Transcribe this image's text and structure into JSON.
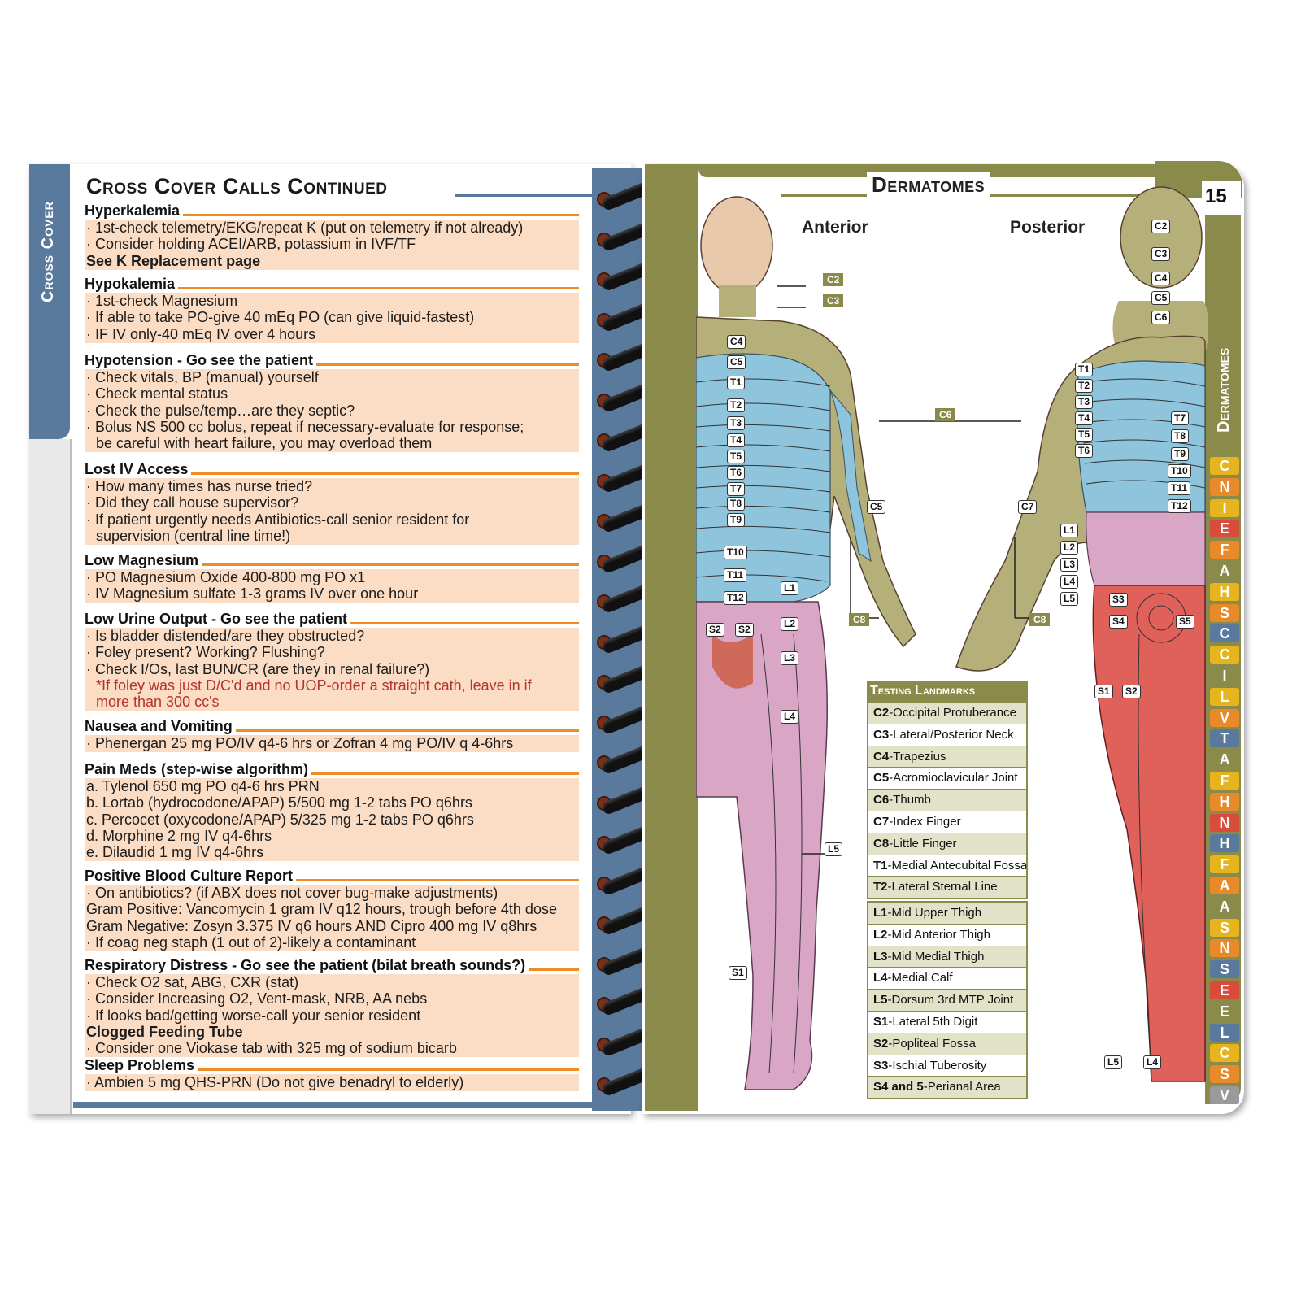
{
  "left": {
    "tab_label": "Cross Cover",
    "title": "Cross Cover Calls Continued",
    "sections": [
      {
        "heading": "Hyperkalemia",
        "lines": [
          {
            "text": "· 1st-check telemetry/EKG/repeat K (put on telemetry if not already)"
          },
          {
            "text": "· Consider holding ACEI/ARB, potassium in IVF/TF"
          },
          {
            "text": "See K Replacement page",
            "style": "bold"
          }
        ]
      },
      {
        "heading": "Hypokalemia",
        "lines": [
          {
            "text": "· 1st-check Magnesium"
          },
          {
            "text": "· If able to take PO-give 40 mEq PO (can give liquid-fastest)"
          },
          {
            "text": "· IF IV only-40 mEq IV over 4 hours"
          }
        ]
      },
      {
        "heading": "Hypotension - Go see the patient",
        "lines": [
          {
            "text": "· Check vitals, BP (manual) yourself"
          },
          {
            "text": "· Check mental status"
          },
          {
            "text": "· Check the pulse/temp…are they septic?"
          },
          {
            "text": "· Bolus NS 500 cc bolus, repeat if necessary-evaluate for response;"
          },
          {
            "text": "be careful with heart failure, you may overload them",
            "style": "ind"
          }
        ]
      },
      {
        "heading": "Lost IV Access",
        "lines": [
          {
            "text": "· How many times has nurse tried?"
          },
          {
            "text": "· Did they call house supervisor?"
          },
          {
            "text": "· If patient urgently needs Antibiotics-call senior resident for"
          },
          {
            "text": "supervision (central line time!)",
            "style": "ind"
          }
        ]
      },
      {
        "heading": "Low Magnesium",
        "lines": [
          {
            "text": "· PO Magnesium Oxide 400-800 mg PO x1"
          },
          {
            "text": "· IV Magnesium sulfate 1-3 grams IV over one hour"
          }
        ]
      },
      {
        "heading": "Low Urine Output - Go see the patient",
        "lines": [
          {
            "text": "· Is bladder distended/are they obstructed?"
          },
          {
            "text": "· Foley present? Working? Flushing?"
          },
          {
            "text": "· Check I/Os, last BUN/CR (are they in renal failure?)"
          },
          {
            "text": "*If foley was just D/C'd and no UOP-order a straight cath, leave in if",
            "style": "red"
          },
          {
            "text": "more than 300 cc's",
            "style": "red"
          }
        ]
      },
      {
        "heading": "Nausea and Vomiting",
        "lines": [
          {
            "text": "· Phenergan 25 mg PO/IV q4-6 hrs or Zofran 4 mg PO/IV q 4-6hrs"
          }
        ]
      },
      {
        "heading": "Pain Meds (step-wise algorithm)",
        "lines": [
          {
            "text": "a. Tylenol 650 mg PO q4-6 hrs PRN"
          },
          {
            "text": "b. Lortab (hydrocodone/APAP) 5/500 mg 1-2 tabs PO q6hrs"
          },
          {
            "text": "c. Percocet (oxycodone/APAP) 5/325 mg 1-2 tabs PO q6hrs"
          },
          {
            "text": "d. Morphine 2 mg IV q4-6hrs"
          },
          {
            "text": "e. Dilaudid 1 mg IV q4-6hrs"
          }
        ]
      },
      {
        "heading": "Positive Blood Culture Report",
        "lines": [
          {
            "text": "· On antibiotics?  (if ABX does not cover bug-make adjustments)"
          },
          {
            "text": "Gram Positive: Vancomycin 1 gram IV q12 hours, trough before 4th dose"
          },
          {
            "text": "Gram Negative: Zosyn 3.375 IV q6 hours AND Cipro 400 mg IV q8hrs"
          },
          {
            "text": "· If coag neg staph (1 out of 2)-likely a contaminant"
          }
        ]
      },
      {
        "heading": "Respiratory Distress - Go see the patient (bilat breath sounds?)",
        "lines": [
          {
            "text": "· Check O2 sat, ABG, CXR (stat)"
          },
          {
            "text": "· Consider Increasing O2, Vent-mask, NRB, AA nebs"
          },
          {
            "text": "· If looks bad/getting worse-call your senior resident"
          },
          {
            "text": "Clogged Feeding Tube",
            "style": "bold"
          },
          {
            "text": "· Consider one Viokase tab with 325 mg of sodium bicarb"
          }
        ]
      },
      {
        "heading": "Sleep Problems",
        "lines": [
          {
            "text": "· Ambien 5 mg QHS-PRN             (Do not give benadryl to elderly)"
          }
        ]
      }
    ]
  },
  "right": {
    "page_number": "15",
    "title": "Dermatomes",
    "side_label": "Dermatomes",
    "anterior_label": "Anterior",
    "posterior_label": "Posterior",
    "tab_letters": [
      "V",
      "S",
      "C",
      "L",
      "E",
      "E",
      "S",
      "N",
      "S",
      "A",
      "A",
      "F",
      "H",
      "N",
      "H",
      "F",
      "A",
      "T",
      "V",
      "L",
      "I",
      "C",
      "C",
      "S",
      "H",
      "A",
      "F",
      "E",
      "I",
      "N",
      "C"
    ],
    "tab_colors": [
      "#9a9a9a",
      "#e8892a",
      "#e6b51d",
      "#5a7a9d",
      "#8a8a4a",
      "#d94b3a",
      "#5a7a9d",
      "#e8892a",
      "#e6b51d",
      "#8a8a4a",
      "#e8892a",
      "#e6b51d",
      "#5a7a9d",
      "#d94b3a",
      "#e8892a",
      "#e6b51d",
      "#8a8a4a",
      "#5a7a9d",
      "#e8892a",
      "#e6b51d",
      "#8a8a4a",
      "#e6b51d",
      "#5a7a9d",
      "#e8892a",
      "#e6b51d",
      "#8a8a4a",
      "#e8892a",
      "#d94b3a",
      "#e6b51d",
      "#e8892a",
      "#e6b51d"
    ],
    "anterior_labels": [
      "C4",
      "C5",
      "T1",
      "T2",
      "T3",
      "T4",
      "T5",
      "T6",
      "T7",
      "T8",
      "T9",
      "T10",
      "T11",
      "T12",
      "L1",
      "L2",
      "L3",
      "L4",
      "S2",
      "S2",
      "C5",
      "S1",
      "L5"
    ],
    "pointer_labels": [
      "C2",
      "C3",
      "C6",
      "C8",
      "C8",
      "L5"
    ],
    "posterior_labels": [
      "C2",
      "C3",
      "C4",
      "C5",
      "C6",
      "T1",
      "T2",
      "T3",
      "T4",
      "T5",
      "T6",
      "T7",
      "T8",
      "T9",
      "T10",
      "T11",
      "T12",
      "C7",
      "L1",
      "L2",
      "L3",
      "L4",
      "L5",
      "S3",
      "S4",
      "S5",
      "S1",
      "S2",
      "L5",
      "L4"
    ],
    "testing_landmarks": {
      "title": "Testing Landmarks",
      "group1": [
        {
          "code": "C2",
          "desc": "-Occipital Protuberance"
        },
        {
          "code": "C3",
          "desc": "-Lateral/Posterior Neck"
        },
        {
          "code": "C4",
          "desc": "-Trapezius"
        },
        {
          "code": "C5",
          "desc": "-Acromioclavicular Joint"
        },
        {
          "code": "C6",
          "desc": "-Thumb"
        },
        {
          "code": "C7",
          "desc": "-Index Finger"
        },
        {
          "code": "C8",
          "desc": "-Little Finger"
        },
        {
          "code": "T1",
          "desc": "-Medial Antecubital Fossa"
        },
        {
          "code": "T2",
          "desc": "-Lateral Sternal Line"
        }
      ],
      "group2": [
        {
          "code": "L1",
          "desc": "-Mid Upper Thigh"
        },
        {
          "code": "L2",
          "desc": "-Mid Anterior Thigh"
        },
        {
          "code": "L3",
          "desc": "-Mid Medial Thigh"
        },
        {
          "code": "L4",
          "desc": "-Medial Calf"
        },
        {
          "code": "L5",
          "desc": "-Dorsum 3rd MTP Joint"
        },
        {
          "code": "S1",
          "desc": "-Lateral 5th Digit"
        },
        {
          "code": "S2",
          "desc": "-Popliteal Fossa"
        },
        {
          "code": "S3",
          "desc": "-Ischial Tuberosity"
        },
        {
          "code": "S4 and 5",
          "desc": "-Perianal Area"
        }
      ]
    }
  },
  "colors": {
    "blue": "#5a7a9d",
    "olive": "#8a8a4a",
    "orange": "#f08a24",
    "peach": "#fbdcc4",
    "red_note": "#b4332c",
    "derm_cervical": "#a9a66a",
    "derm_thoracic": "#8ec4dc",
    "derm_lumbar": "#d9a6c6",
    "derm_sacral": "#e0605a"
  }
}
